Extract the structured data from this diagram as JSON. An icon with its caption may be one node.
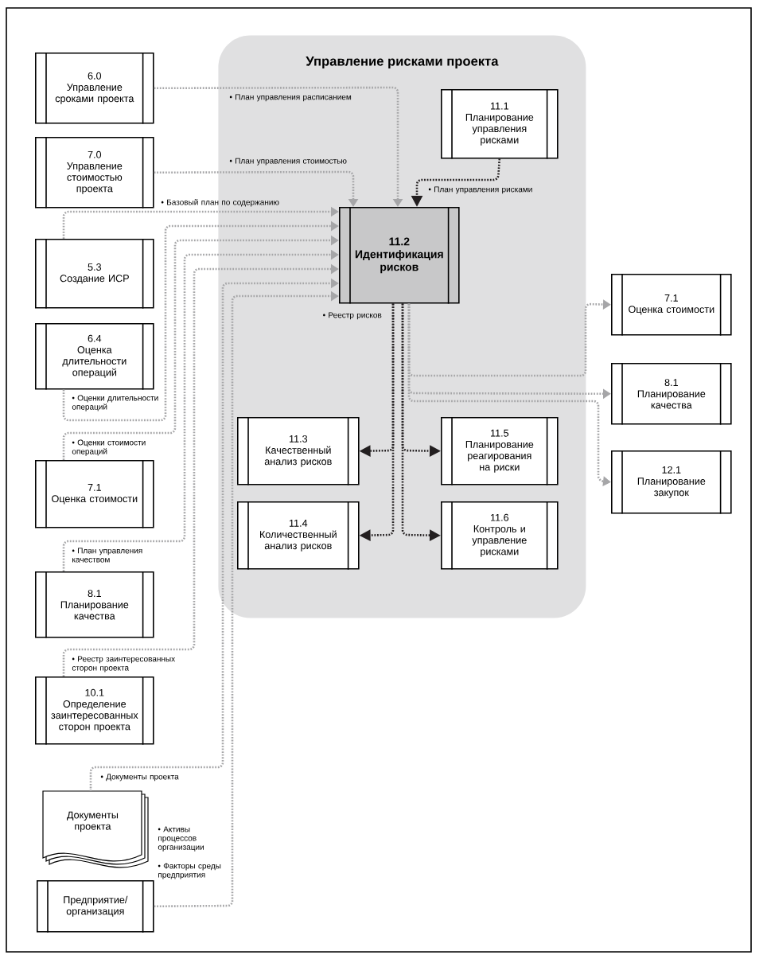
{
  "diagram": {
    "nodes": [
      {
        "text": [
          "Управление рисками проекта"
        ]
      },
      {
        "text": [
          "6.0",
          "Управление сроками проекта"
        ]
      },
      {
        "text": [
          "7.0",
          "Управление стоимостью проекта"
        ]
      },
      {
        "text": [
          "5.3",
          "Создание ИСР"
        ]
      },
      {
        "text": [
          "6.4",
          "Оценка длительности операций"
        ]
      },
      {
        "text": [
          "7.1",
          "Оценка стоимости"
        ]
      },
      {
        "text": [
          "8.1",
          "Планирование качества"
        ]
      },
      {
        "text": [
          "10.1",
          "Определение заинтересованных сторон проекта"
        ]
      },
      {
        "text": [
          "Документы проекта"
        ]
      },
      {
        "text": [
          "Предприятие/ организация"
        ]
      },
      {
        "text": [
          "11.1",
          "Планирование управления рисками"
        ],
        "in": 0
      },
      {
        "text": [
          "11.2",
          "Идентификация рисков"
        ],
        "in": 0
      },
      {
        "text": [
          "11.3",
          "Качественный анализ рисков"
        ],
        "in": 0
      },
      {
        "text": [
          "11.4",
          "Количественный анализ рисков"
        ],
        "in": 0
      },
      {
        "text": [
          "11.5",
          "Планирование реагирования на риски"
        ],
        "in": 0
      },
      {
        "text": [
          "11.6",
          "Контроль и управление рисками"
        ],
        "in": 0
      },
      {
        "text": [
          "7.1",
          "Оценка стоимости"
        ]
      },
      {
        "text": [
          "8.1",
          "Планирование качества"
        ]
      },
      {
        "text": [
          "12.1",
          "Планирование закупок"
        ]
      }
    ],
    "edges": [
      {
        "from": 1,
        "to": 11,
        "arrow": "to",
        "label": "• План управления расписанием"
      },
      {
        "from": 2,
        "to": 11,
        "arrow": "to",
        "label": "• План управления стоимостью"
      },
      {
        "from": 3,
        "to": 11,
        "arrow": "to",
        "label": "• Базовый план по содержанию"
      },
      {
        "from": 4,
        "to": 11,
        "arrow": "to",
        "label": "• Оценки длительности операций"
      },
      {
        "from": 5,
        "to": 11,
        "arrow": "to",
        "label": "• Оценки стоимости операций"
      },
      {
        "from": 6,
        "to": 11,
        "arrow": "to",
        "label": "• План управления качеством"
      },
      {
        "from": 7,
        "to": 11,
        "arrow": "to",
        "label": "• Реестр заинтересованных сторон проекта"
      },
      {
        "from": 8,
        "to": 11,
        "arrow": "to",
        "label": "• Документы проекта"
      },
      {
        "from": 9,
        "to": 11,
        "arrow": "to"
      },
      {
        "from": 10,
        "to": 11,
        "arrow": "to",
        "label": "• План управления рисками",
        "color": "#231f20"
      },
      {
        "from": 11,
        "to": 12,
        "arrow": "to",
        "label": "• Реестр рисков",
        "color": "#231f20"
      },
      {
        "from": 11,
        "to": 14,
        "arrow": "to",
        "color": "#231f20"
      },
      {
        "from": 11,
        "to": 13,
        "arrow": "to",
        "color": "#231f20"
      },
      {
        "from": 11,
        "to": 15,
        "arrow": "to",
        "color": "#231f20"
      },
      {
        "from": 11,
        "to": 16,
        "arrow": "to"
      },
      {
        "from": 11,
        "to": 17,
        "arrow": "to"
      },
      {
        "from": 11,
        "to": 18,
        "arrow": "to"
      }
    ],
    "labels": [
      "• Активы процессов организации",
      "• Факторы среды предприятия"
    ]
  }
}
